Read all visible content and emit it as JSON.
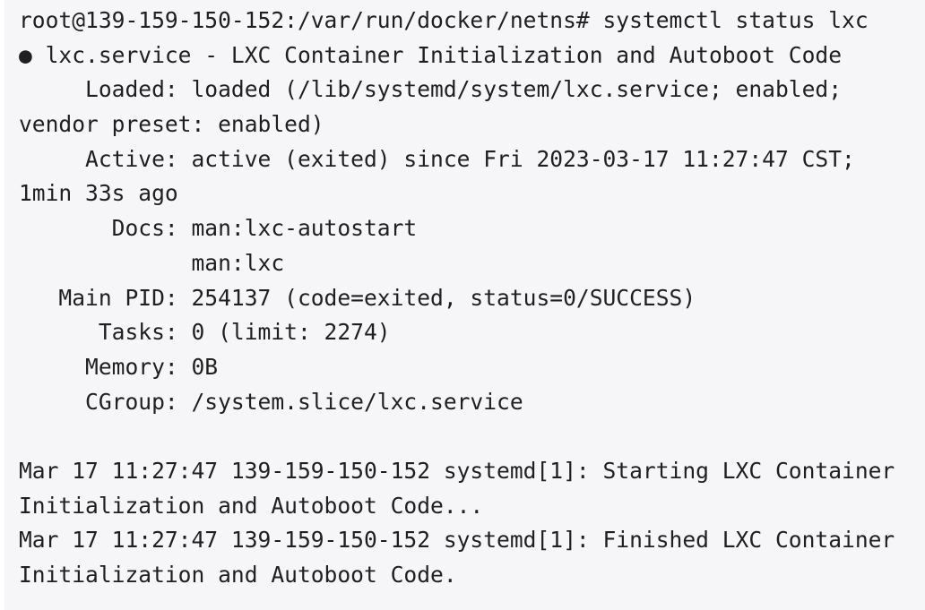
{
  "terminal": {
    "lines": [
      "root@139-159-150-152:/var/run/docker/netns# systemctl status lxc",
      "● lxc.service - LXC Container Initialization and Autoboot Code",
      "     Loaded: loaded (/lib/systemd/system/lxc.service; enabled;",
      "vendor preset: enabled)",
      "     Active: active (exited) since Fri 2023-03-17 11:27:47 CST;",
      "1min 33s ago",
      "       Docs: man:lxc-autostart",
      "             man:lxc",
      "   Main PID: 254137 (code=exited, status=0/SUCCESS)",
      "      Tasks: 0 (limit: 2274)",
      "     Memory: 0B",
      "     CGroup: /system.slice/lxc.service",
      "",
      "Mar 17 11:27:47 139-159-150-152 systemd[1]: Starting LXC Container",
      "Initialization and Autoboot Code...",
      "Mar 17 11:27:47 139-159-150-152 systemd[1]: Finished LXC Container",
      "Initialization and Autoboot Code."
    ]
  }
}
